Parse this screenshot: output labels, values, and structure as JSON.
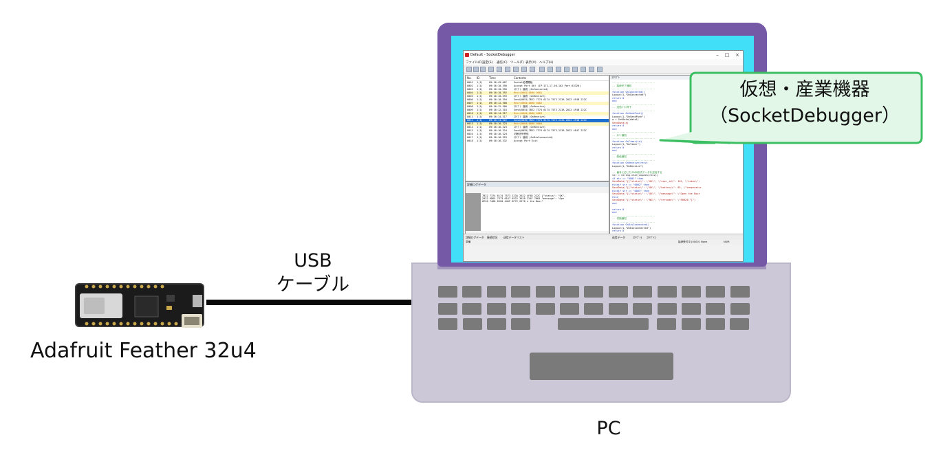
{
  "board": {
    "label": "Adafruit Feather 32u4"
  },
  "cable": {
    "label_line1": "USB",
    "label_line2": "ケーブル"
  },
  "pc": {
    "label": "PC"
  },
  "callout": {
    "line1": "仮想・産業機器",
    "line2": "（SocketDebugger）"
  },
  "app": {
    "title": "Default - SocketDebugger",
    "menu": [
      "ファイル(F)",
      "設定(S)",
      "通信(C)",
      "ツール(T)",
      "表示(V)",
      "ヘルプ(H)"
    ],
    "log_headers": [
      "No.",
      "ID",
      "Time",
      "Contents"
    ],
    "log_rows": [
      {
        "no": "0001",
        "id": "1(1)",
        "time": "09:16:49.007",
        "content": "Socket処理開始",
        "hl": "none"
      },
      {
        "no": "0002",
        "id": "1(1)",
        "time": "09:16:10.390",
        "content": "Accept Port OK! (IP:172.17.50.102 Port:53320)",
        "hl": "none"
      },
      {
        "no": "0003",
        "id": "1(1)",
        "time": "09:16:10.390",
        "content": "ｽｸﾘﾌﾟﾄ 接続 (OnConnected)",
        "hl": "none"
      },
      {
        "no": "0004",
        "id": "1(1)",
        "time": "09:16:10.392",
        "content": "Recv(0001)0000 0001",
        "hl": "yellow"
      },
      {
        "no": "0005",
        "id": "1(1)",
        "time": "09:16:10.393",
        "content": "ｽｸﾘﾌﾟﾄ 接続 (OnReceive)",
        "hl": "none"
      },
      {
        "no": "0006",
        "id": "1(1)",
        "time": "09:16:10.394",
        "content": "Send(0051)7B22 7374 6174 7573 223A 2022 4F4B 222C",
        "hl": "none"
      },
      {
        "no": "0007",
        "id": "1(1)",
        "time": "09:16:12.300",
        "content": "Recv(0004)0000 0002",
        "hl": "yellow"
      },
      {
        "no": "0008",
        "id": "1(1)",
        "time": "09:16:12.300",
        "content": "ｽｸﾘﾌﾟﾄ 接続 (OnReceive)",
        "hl": "none"
      },
      {
        "no": "0009",
        "id": "1(1)",
        "time": "09:16:12.318",
        "content": "Send(0051)7B22 7374 6174 7573 223A 2022 4F4B 222C",
        "hl": "none"
      },
      {
        "no": "0010",
        "id": "1(1)",
        "time": "09:16:14.317",
        "content": "Recv(0004)0000 0003",
        "hl": "yellow"
      },
      {
        "no": "0011",
        "id": "1(1)",
        "time": "09:16:14.317",
        "content": "ｽｸﾘﾌﾟﾄ 接続 (OnReceive)",
        "hl": "none"
      },
      {
        "no": "0012",
        "id": "1(1)",
        "time": "09:16:14.322",
        "content": "Send(0049)7B22 7374 6174 7573 223A 2022 4F4B 222C",
        "hl": "blue"
      },
      {
        "no": "0013",
        "id": "1(1)",
        "time": "09:16:16.323",
        "content": "Recv(0004)0000 0004",
        "hl": "yellow"
      },
      {
        "no": "0014",
        "id": "1(1)",
        "time": "09:16:16.323",
        "content": "ｽｸﾘﾌﾟﾄ 接続 (OnReceive)",
        "hl": "none"
      },
      {
        "no": "0015",
        "id": "1(1)",
        "time": "09:16:16.324",
        "content": "Send(0055)7B22 7374 6174 7573 223A 2022 4E47 222C",
        "hl": "none"
      },
      {
        "no": "0016",
        "id": "1(1)",
        "time": "09:16:16.324",
        "content": "切断信号受信",
        "hl": "none"
      },
      {
        "no": "0017",
        "id": "1(1)",
        "time": "09:16:16.329",
        "content": "ｽｸﾘﾌﾟﾄ 接続 (OnDisConnected)",
        "hl": "none"
      },
      {
        "no": "0018",
        "id": "1(1)",
        "time": "09:16:16.332",
        "content": "Accept Port Exit",
        "hl": "none"
      }
    ],
    "hex_title": "詳細ログデータ",
    "hex_lines": [
      "7B22 7374 6174 7573 223A 2022 4F4B 222C {\"status\": \"OK\",",
      "2022 6D65 7373 6167 6522 3A20 224F 7065  \"message\": \"Ope",
      "6E20 7468 6520 446F 6F72 2270 n the Door\""
    ],
    "script_title": "ｽｸﾘﾌﾟﾄ",
    "script_lines": [
      "-----------------------------",
      "-- 接続完了通知",
      "-----------------------------",
      "function OnConnected()",
      "    Logout(1,\"OnConnected\")",
      "    return 0",
      "end",
      "-----------------------------",
      "-- 送信ﾎﾞﾀﾝ押下",
      "-----------------------------",
      "function OnSendPush()",
      "    Logout(1,\"OnSendPush\")",
      "    a = GetData(data1)",
      "    SendData(a)",
      "    return 0",
      "end",
      "-----------------------------",
      "-- ﾀｲﾏｰ通知",
      "-----------------------------",
      "function OnTimer(id)",
      "    Logout(1,\"OnTimer\")",
      "    return 0",
      "end",
      "-----------------------------",
      "-- 受信通知",
      "-----------------------------",
      "function OnReceive(recv)",
      "    Logout(1,\"OnReceive\")",
      "",
      "    -- 番号に応じたJSON形式データを送信する",
      "    str = string.char(unpack(recv))",
      "    if str == \"0001\" then",
      "      SendData(\"{\\\"status\\\": \\\"OK\\\", \\\"user_id\\\": 101, \\\"token\\\":",
      "    elseif str == \"0002\" then",
      "      SendData(\"{\\\"status\\\": \\\"OK\\\", \\\"battery\\\": 85, \\\"temperatur",
      "    elseif str == \"0003\" then",
      "      SendData(\"{\\\"status\\\": \\\"OK\\\", \\\"message\\\": \\\"Open the Door",
      "    else",
      "      SendData(\"{\\\"status\\\": \\\"NG\\\", \\\"errcode\\\": \\\"E0024\\\"}\")",
      "    end",
      "",
      "    return 0",
      "end",
      "-----------------------------",
      "-- 切断通知",
      "-----------------------------",
      "function OnDisConnected()",
      "    Logout(1,\"OnDisConnected\")",
      "    return 0",
      "end"
    ],
    "tabs_left": [
      "詳細ログデータ",
      "接続状況",
      "送信データリスト"
    ],
    "tabs_right": [
      "送信データ",
      "ｽｸﾘﾌﾟﾄ1",
      "ｽｸﾘﾌﾟﾄ2"
    ],
    "status": [
      "準備",
      "接続受付中 [0000]",
      "None",
      "NUM"
    ]
  },
  "colors": {
    "laptop_frame": "#7659a6",
    "screen": "#41e0f8",
    "callout_border": "#3cbf63",
    "callout_fill": "#e2f7e7",
    "keys": "#7a7a7a",
    "base": "#cdc8d8"
  }
}
